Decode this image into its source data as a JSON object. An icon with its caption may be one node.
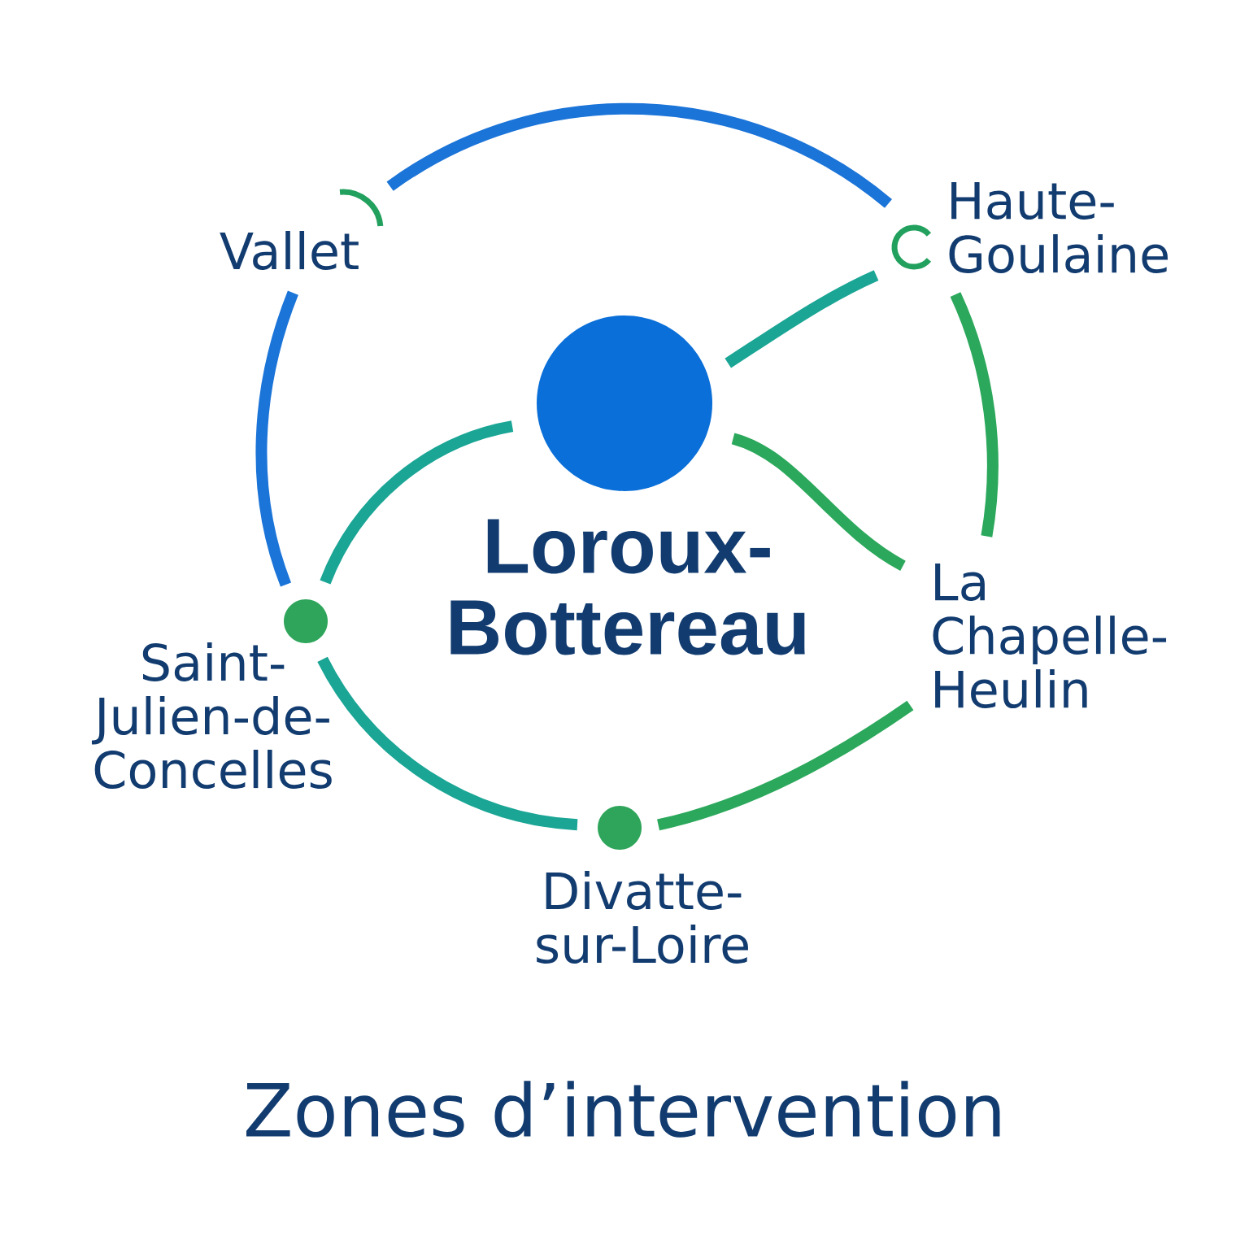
{
  "diagram": {
    "title": "Zones d’intervention",
    "nodes": [
      {
        "text": [
          "Vallet"
        ]
      },
      {
        "text": [
          "Haute- Goulaine"
        ]
      },
      {
        "text": [],
        "shape": "circle",
        "beside": [
          "Loroux- Bottereau"
        ]
      },
      {
        "text": [
          "La Chapelle- Heulin"
        ]
      },
      {
        "text": [],
        "shape": "circle",
        "beside": [
          "Saint- Julien-de- Concelles"
        ]
      },
      {
        "text": [],
        "shape": "circle",
        "beside": [
          "Divatte- sur-Loire"
        ]
      }
    ],
    "edges": [
      {
        "from": 0,
        "to": 1,
        "arrow": "none",
        "color": "#1b74d8"
      },
      {
        "from": 0,
        "to": 4,
        "arrow": "none",
        "color": "#1b74d8"
      },
      {
        "from": 1,
        "to": 3,
        "arrow": "none",
        "color": "#2ba85b"
      },
      {
        "from": 2,
        "to": 1,
        "arrow": "none",
        "color": "#1aa595"
      },
      {
        "from": 2,
        "to": 3,
        "arrow": "none",
        "color": "#2ba85b"
      },
      {
        "from": 2,
        "to": 4,
        "arrow": "none",
        "color": "#1aa595"
      },
      {
        "from": 3,
        "to": 5,
        "arrow": "none",
        "color": "#2ba85b"
      },
      {
        "from": 4,
        "to": 5,
        "arrow": "none",
        "color": "#1aa595"
      }
    ]
  }
}
